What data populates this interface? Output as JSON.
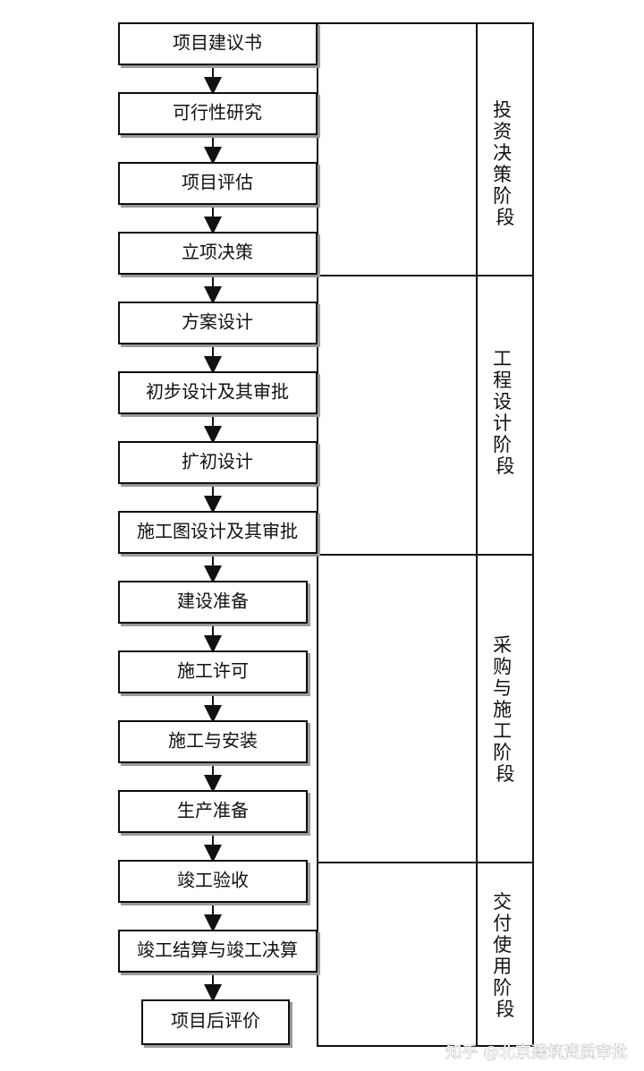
{
  "steps": [
    "项目建议书",
    "可行性研究",
    "项目评估",
    "立项决策",
    "方案设计",
    "初步设计及其审批",
    "扩初设计",
    "施工图设计及其审批",
    "建设准备",
    "施工许可",
    "施工与安装",
    "生产准备",
    "竣工验收",
    "竣工结算与竣工决算",
    "项目后评价"
  ],
  "phases": [
    {
      "name": "投资决策阶段",
      "chars": [
        "投",
        "资",
        "决",
        "策",
        "阶",
        "段"
      ]
    },
    {
      "name": "工程设计阶段",
      "chars": [
        "工",
        "程",
        "设",
        "计",
        "阶",
        "段"
      ]
    },
    {
      "name": "采购与施工阶段",
      "chars": [
        "采",
        "购",
        "与",
        "施",
        "工",
        "阶",
        "段"
      ]
    },
    {
      "name": "交付使用阶段",
      "chars": [
        "交",
        "付",
        "使",
        "用",
        "阶",
        "段"
      ]
    }
  ],
  "watermark": "知乎 @北京建筑资质审批",
  "colors": {
    "line": "#111111",
    "box_fill": "#ffffff",
    "shadow": "#9a9a9a"
  }
}
